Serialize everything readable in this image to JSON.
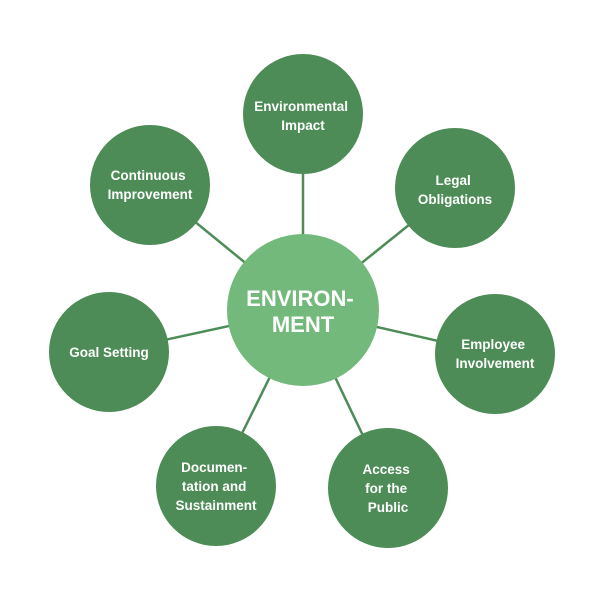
{
  "center": {
    "label_lines": [
      "ENVIRON-",
      "MENT"
    ]
  },
  "nodes": [
    {
      "id": "environmental-impact",
      "label_lines": [
        "Environmental",
        "Impact"
      ]
    },
    {
      "id": "legal-obligations",
      "label_lines": [
        "Legal",
        "Obligations"
      ]
    },
    {
      "id": "employee-involvement",
      "label_lines": [
        "Employee",
        "Involvement"
      ]
    },
    {
      "id": "access-for-the-public",
      "label_lines": [
        "Access",
        "for the",
        "Public"
      ]
    },
    {
      "id": "documentation-and-sustainment",
      "label_lines": [
        "Documen-",
        "tation and",
        "Sustainment"
      ]
    },
    {
      "id": "goal-setting",
      "label_lines": [
        "Goal Setting"
      ]
    },
    {
      "id": "continuous-improvement",
      "label_lines": [
        "Continuous",
        "Improvement"
      ]
    }
  ],
  "colors": {
    "node_fill": "#4d8c57",
    "center_fill": "#72b97b",
    "connector": "#4d8c57"
  }
}
